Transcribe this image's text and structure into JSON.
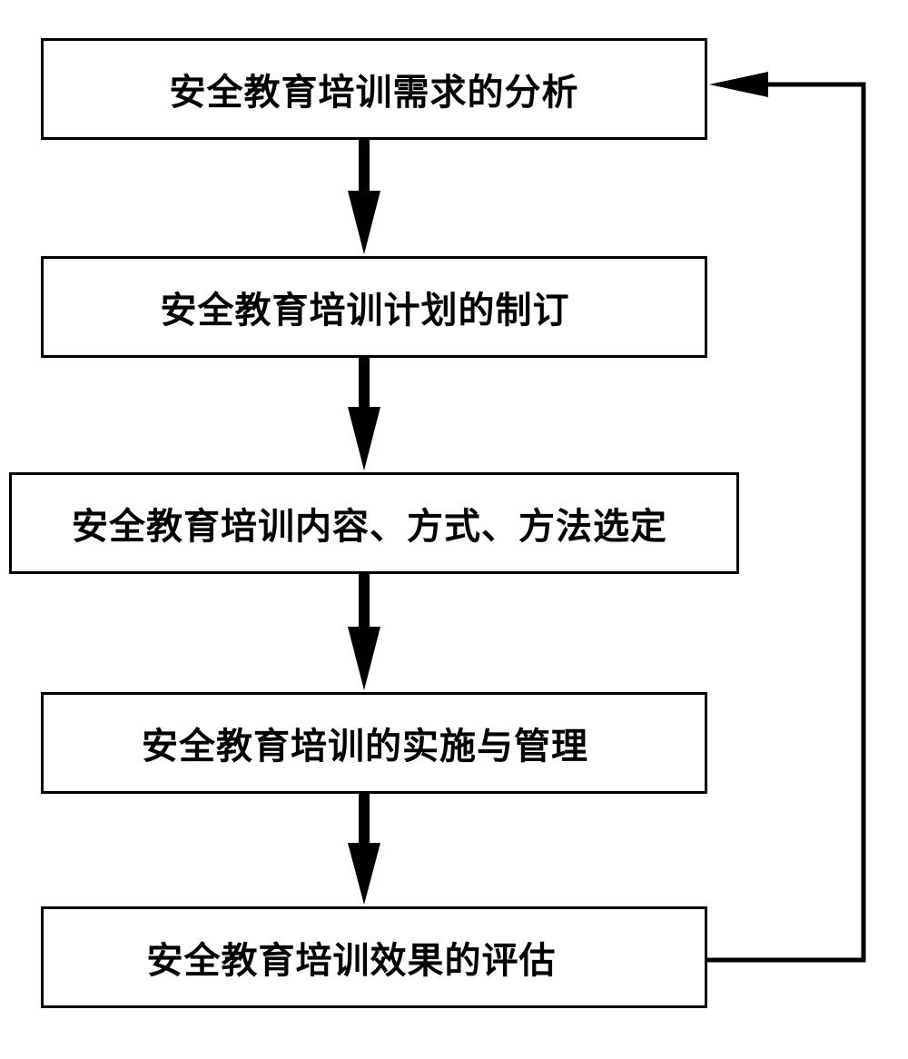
{
  "diagram": {
    "steps": [
      {
        "label": "安全教育培训需求的分析"
      },
      {
        "label": "安全教育培训计划的制订"
      },
      {
        "label": "安全教育培训内容、方式、方法选定"
      },
      {
        "label": "安全教育培训的实施与管理"
      },
      {
        "label": "安全教育培训效果的评估"
      }
    ],
    "arrow_color": "#000000",
    "box_border_color": "#000000"
  }
}
